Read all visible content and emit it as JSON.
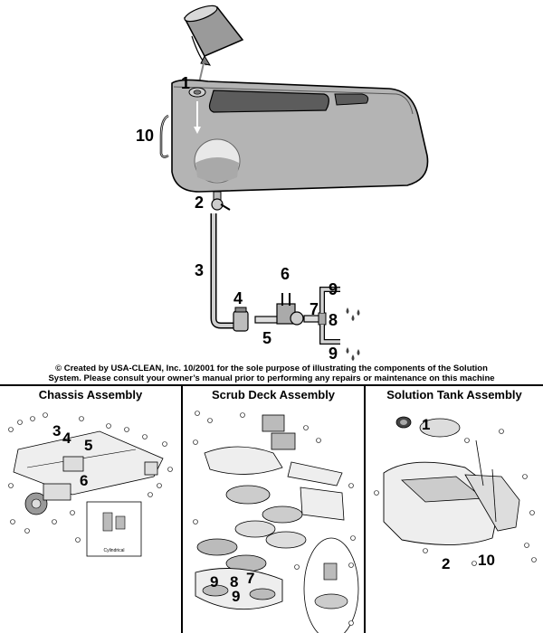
{
  "top_diagram": {
    "labels": [
      "1",
      "2",
      "3",
      "4",
      "5",
      "6",
      "7",
      "8",
      "9",
      "9",
      "10"
    ]
  },
  "caption": {
    "line1": "© Created by USA-CLEAN, Inc. 10/2001 for the sole purpose of illustrating the components of the Solution",
    "line2": "System. Please consult your owner’s manual prior to performing any repairs or maintenance on this machine"
  },
  "panels": {
    "chassis": {
      "title": "Chassis Assembly",
      "labels": [
        "3",
        "4",
        "5",
        "6"
      ],
      "inset_label": "Cylindrical"
    },
    "scrub": {
      "title": "Scrub Deck Assembly",
      "labels": [
        "9",
        "8",
        "7",
        "9"
      ]
    },
    "tank": {
      "title": "Solution Tank Assembly",
      "labels": [
        "1",
        "2",
        "10"
      ]
    }
  }
}
